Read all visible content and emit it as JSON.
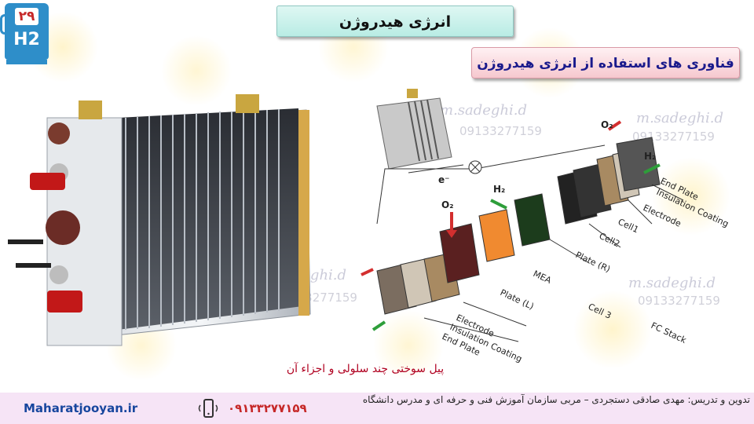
{
  "slide": {
    "number": "۲۹",
    "badge_text": "H2"
  },
  "header": {
    "title": "انرژی هیدروژن",
    "subtitle": "فناوری های استفاده از انرژی هیدروژن"
  },
  "watermarks": {
    "name": "m.sadeghi.d",
    "phone": "09133277159"
  },
  "diagram": {
    "labels": {
      "end_plate": "End Plate",
      "insulation_coating": "Insulation Coating",
      "electrode": "Electrode",
      "cell1": "Cell1",
      "cell2": "Cell2",
      "plate_r": "Plate (R)",
      "mea": "MEA",
      "plate_l": "Plate (L)",
      "cell3": "Cell 3",
      "fc_stack": "FC Stack",
      "o2": "O₂",
      "h2": "H₂",
      "e": "e⁻"
    }
  },
  "caption": "پیل سوختی چند سلولی و اجزاء آن",
  "footer": {
    "site": "Maharatjooyan.ir",
    "phone": "۰۹۱۳۳۲۷۷۱۵۹",
    "author": "تدوین و تدریس: مهدی صادقی دستجردی – مربی سازمان آموزش فنی و حرفه ای و مدرس دانشگاه"
  },
  "colors": {
    "title_bg": "#c6f0ea",
    "subtitle_bg": "#f8d5da",
    "footer_bg": "#f6e4f6",
    "badge": "#2e8ec9",
    "red_text": "#c62828",
    "site_blue": "#17469e"
  }
}
